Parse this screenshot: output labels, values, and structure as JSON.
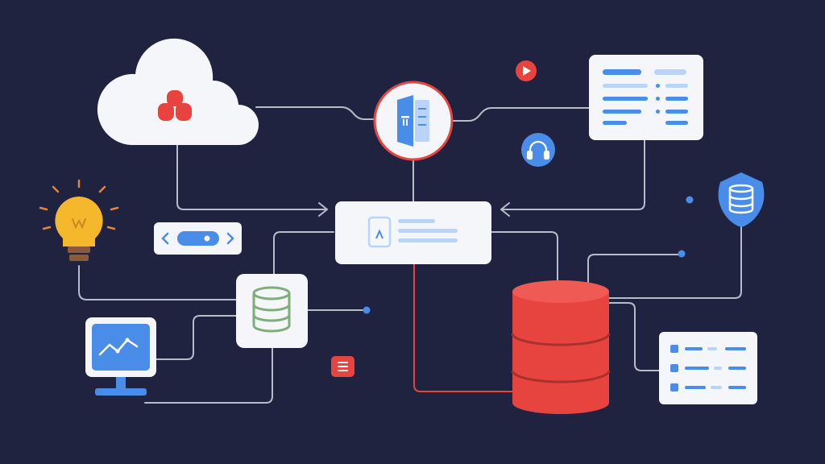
{
  "palette": {
    "background": "#1f2340",
    "connector": "#b8bcc9",
    "accent_red": "#e8443f",
    "accent_blue": "#4a8de8",
    "accent_green": "#7fae7a",
    "accent_yellow": "#f5b72c",
    "card": "#f4f6fa",
    "line_light": "#b9d4f7"
  },
  "nodes": [
    {
      "id": "cloud",
      "kind": "cloud",
      "icon": "cloud-icon",
      "inner_icon": "cluster-icon"
    },
    {
      "id": "server",
      "kind": "circle",
      "icon": "server-icon"
    },
    {
      "id": "document-top-right",
      "kind": "card",
      "icon": "document-icon"
    },
    {
      "id": "hub",
      "kind": "card",
      "icon": "dashboard-icon"
    },
    {
      "id": "slider",
      "kind": "pill",
      "icon": "slider-icon"
    },
    {
      "id": "lightbulb",
      "kind": "icon",
      "icon": "lightbulb-icon"
    },
    {
      "id": "database-green",
      "kind": "card",
      "icon": "database-icon"
    },
    {
      "id": "monitor",
      "kind": "icon",
      "icon": "monitor-icon"
    },
    {
      "id": "database-red",
      "kind": "cylinder",
      "icon": "database-icon"
    },
    {
      "id": "database-shield",
      "kind": "circle",
      "icon": "database-shield-icon"
    },
    {
      "id": "list-bottom-right",
      "kind": "card",
      "icon": "list-icon"
    },
    {
      "id": "play-badge",
      "kind": "badge",
      "icon": "play-icon"
    },
    {
      "id": "headset-badge",
      "kind": "badge",
      "icon": "headset-icon"
    },
    {
      "id": "menu-badge",
      "kind": "badge",
      "icon": "menu-icon"
    }
  ]
}
